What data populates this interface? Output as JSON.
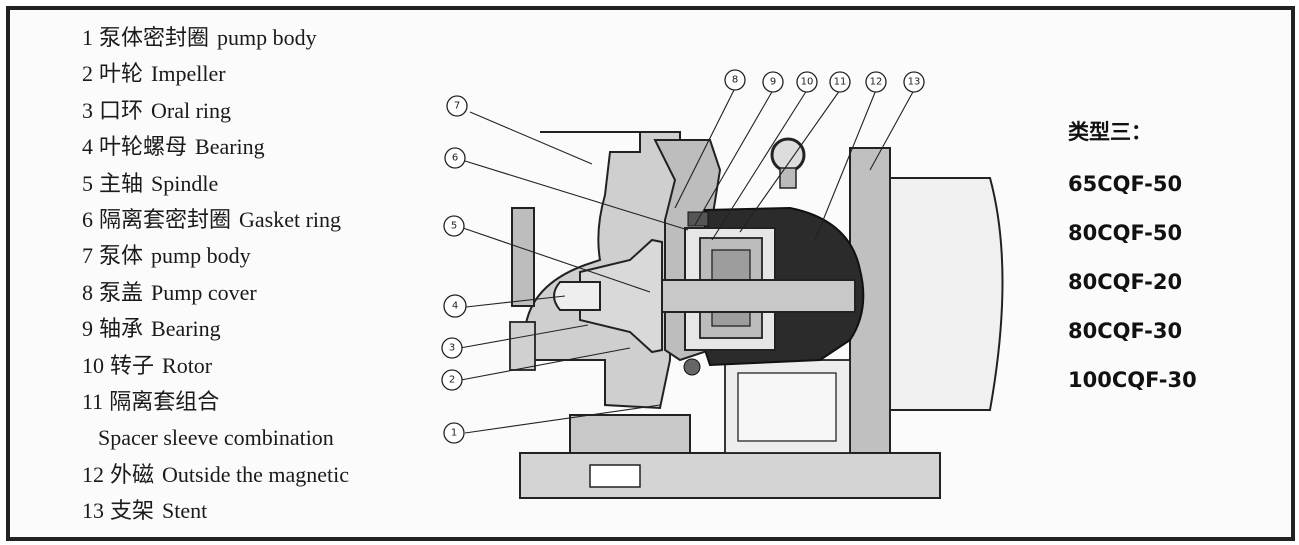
{
  "legend": [
    {
      "num": "1",
      "zh": "泵体密封圈",
      "en": "pump body"
    },
    {
      "num": "2",
      "zh": "叶轮",
      "en": "Impeller"
    },
    {
      "num": "3",
      "zh": "口环",
      "en": "Oral ring"
    },
    {
      "num": "4",
      "zh": "叶轮螺母",
      "en": "Bearing"
    },
    {
      "num": "5",
      "zh": "主轴",
      "en": "Spindle"
    },
    {
      "num": "6",
      "zh": "隔离套密封圈",
      "en": "Gasket ring"
    },
    {
      "num": "7",
      "zh": "泵体",
      "en": "pump body"
    },
    {
      "num": "8",
      "zh": "泵盖",
      "en": "Pump cover"
    },
    {
      "num": "9",
      "zh": "轴承",
      "en": "Bearing"
    },
    {
      "num": "10",
      "zh": "转子",
      "en": "Rotor"
    },
    {
      "num": "11",
      "zh": "隔离套组合",
      "en": ""
    },
    {
      "num": "",
      "zh": "",
      "en": "Spacer sleeve combination"
    },
    {
      "num": "12",
      "zh": "外磁",
      "en": "Outside the magnetic"
    },
    {
      "num": "13",
      "zh": "支架",
      "en": "Stent"
    }
  ],
  "models": {
    "title": "类型三：",
    "items": [
      "65CQF-50",
      "80CQF-50",
      "80CQF-20",
      "80CQF-30",
      "100CQF-30"
    ]
  },
  "callouts": [
    "1",
    "2",
    "3",
    "4",
    "5",
    "6",
    "7",
    "8",
    "9",
    "10",
    "11",
    "12",
    "13"
  ]
}
